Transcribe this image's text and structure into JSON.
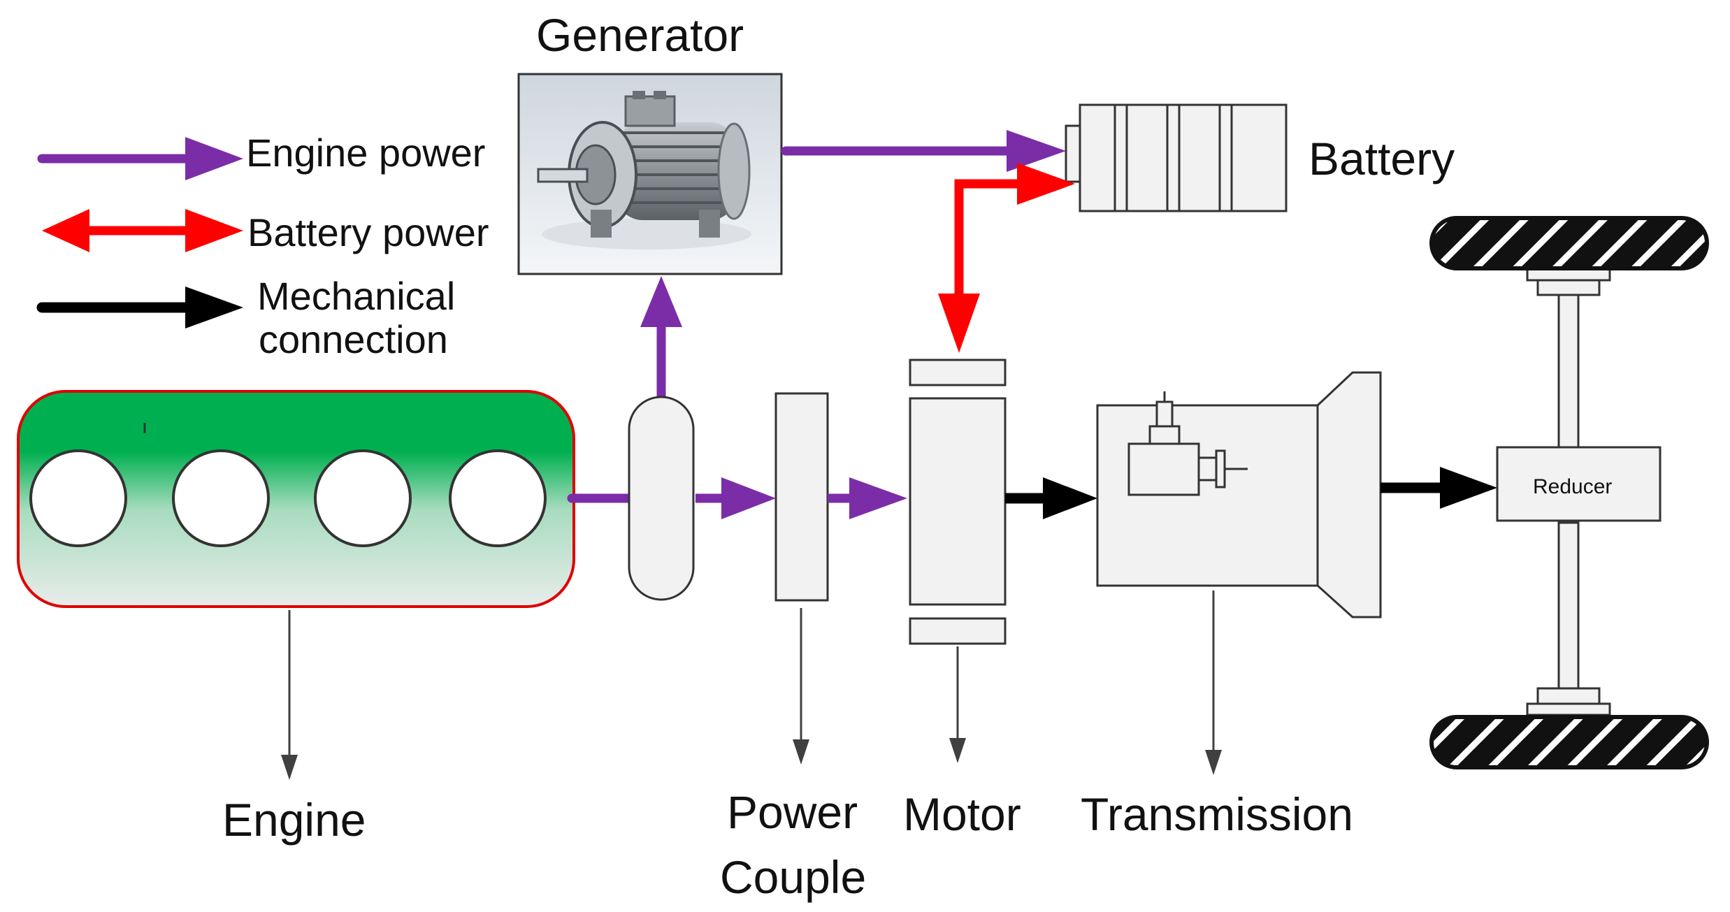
{
  "legend": {
    "engine_power": "Engine power",
    "battery_power": "Battery power",
    "mechanical_line1": "Mechanical",
    "mechanical_line2": "connection"
  },
  "components": {
    "generator": "Generator",
    "battery": "Battery",
    "engine": "Engine",
    "power_couple_line1": "Power",
    "power_couple_line2": "Couple",
    "motor": "Motor",
    "transmission": "Transmission",
    "reducer": "Reducer"
  },
  "colors": {
    "engine_power": "#7b2da8",
    "battery_power": "#ff0000",
    "mechanical": "#000000",
    "engine_gradient_top": "#00b050",
    "engine_border": "#e00000",
    "component_fill": "#f2f2f2",
    "component_stroke": "#404040"
  }
}
